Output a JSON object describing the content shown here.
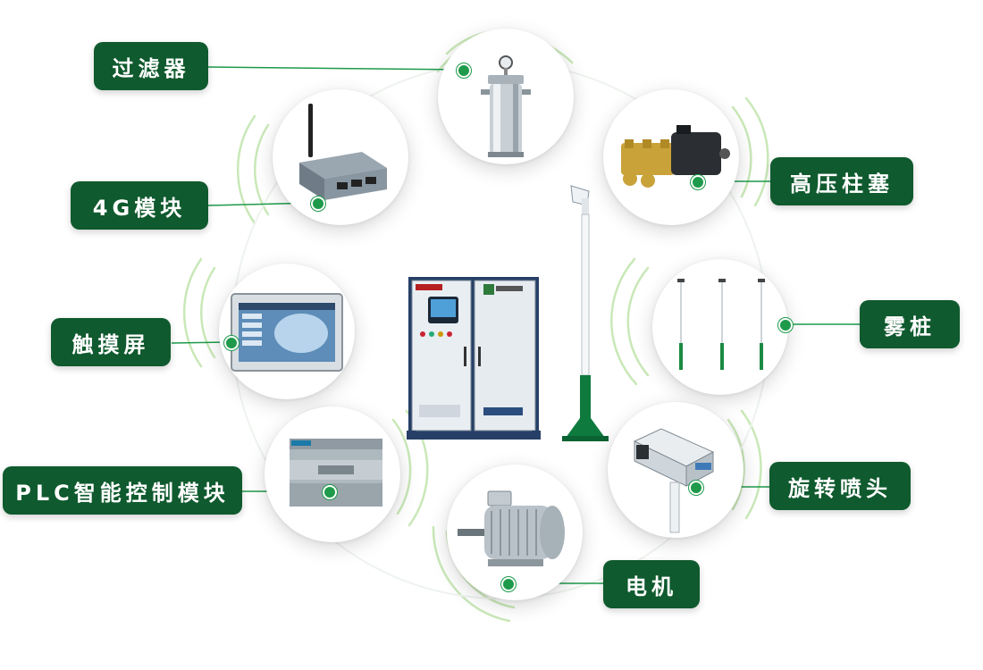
{
  "colors": {
    "label_bg": "#0f5a2e",
    "accent_green": "#1e9a4a",
    "ring": "#c9e8b8",
    "background": "#ffffff"
  },
  "components": [
    {
      "id": "filter",
      "label": "过滤器",
      "icon": "filter-housing-icon"
    },
    {
      "id": "4g",
      "label": "4G模块",
      "icon": "4g-router-icon"
    },
    {
      "id": "touch",
      "label": "触摸屏",
      "icon": "touch-screen-icon"
    },
    {
      "id": "plc",
      "label": "PLC智能控制模块",
      "icon": "plc-module-icon"
    },
    {
      "id": "motor",
      "label": "电机",
      "icon": "electric-motor-icon"
    },
    {
      "id": "pump",
      "label": "高压柱塞",
      "icon": "plunger-pump-icon"
    },
    {
      "id": "posts",
      "label": "雾桩",
      "icon": "mist-post-icon"
    },
    {
      "id": "nozzle",
      "label": "旋转喷头",
      "icon": "rotating-nozzle-icon"
    }
  ],
  "center": {
    "cabinet": "control-cabinet-icon",
    "post": "mist-pole-icon"
  }
}
